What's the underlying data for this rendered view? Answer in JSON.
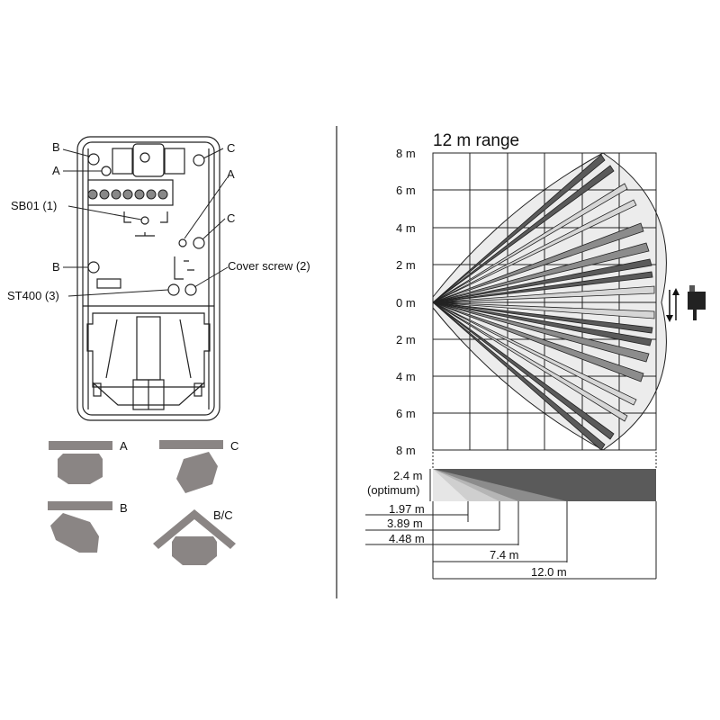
{
  "left_panel": {
    "device_labels": {
      "b_top": "B",
      "a_top": "A",
      "sb01": "SB01 (1)",
      "b_mid": "B",
      "st400": "ST400 (3)",
      "c_top": "C",
      "a_right": "A",
      "c_mid": "C",
      "cover_screw": "Cover screw (2)"
    },
    "mounting_options": [
      {
        "label": "A"
      },
      {
        "label": "C"
      },
      {
        "label": "B"
      },
      {
        "label": "B/C"
      }
    ]
  },
  "right_panel": {
    "title": "12 m range",
    "y_ticks": [
      "8 m",
      "6 m",
      "4 m",
      "2 m",
      "0 m",
      "2 m",
      "4 m",
      "6 m",
      "8 m"
    ],
    "side_view": {
      "height_label": "2.4 m",
      "height_note": "(optimum)",
      "distances": [
        "1.97 m",
        "3.89 m",
        "4.48 m",
        "7.4 m",
        "12.0 m"
      ]
    }
  },
  "colors": {
    "beam_dark": "#5a5a5a",
    "beam_mid": "#8c8c8c",
    "beam_light": "#d6d6d6",
    "zone_fill": "#ececec",
    "mount_shape": "#8a8584"
  },
  "chart_data": {
    "type": "diagram",
    "title": "12 m range",
    "top_view": {
      "x_range_m": [
        0,
        12
      ],
      "y_range_m": [
        -8,
        8
      ],
      "grid_step_m": 2
    },
    "side_view": {
      "mount_height_m": 2.4,
      "ground_distances_m": [
        1.97,
        3.89,
        4.48,
        7.4,
        12.0
      ]
    }
  }
}
